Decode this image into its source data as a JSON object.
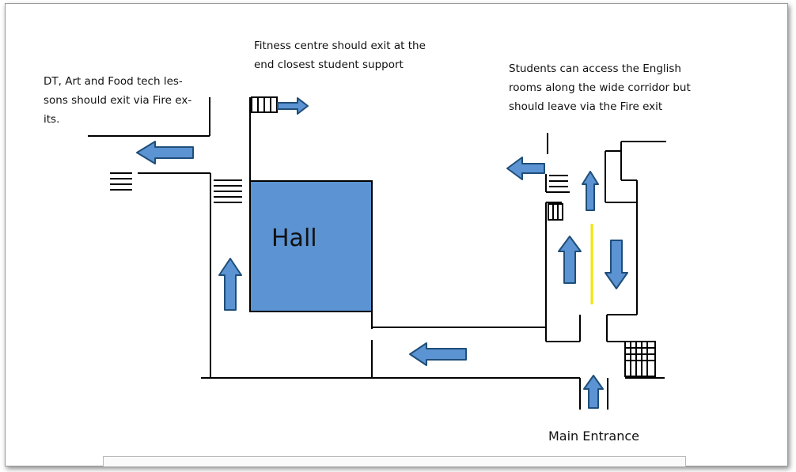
{
  "notes": {
    "dt_art_food": [
      "DT, Art and Food tech les-",
      "sons should exit via Fire ex-",
      "its."
    ],
    "fitness": [
      "Fitness centre should exit at the",
      "end closest student support"
    ],
    "english": [
      "Students can access the English",
      "rooms along the wide corridor but",
      "should leave via the Fire exit"
    ]
  },
  "labels": {
    "hall": "Hall",
    "main_entrance": "Main Entrance"
  },
  "colors": {
    "hall_fill": "#5b93d3",
    "arrow_fill": "#5b93d3",
    "arrow_stroke": "#1f4e79",
    "divider": "#f5e400",
    "wall": "#000000"
  }
}
